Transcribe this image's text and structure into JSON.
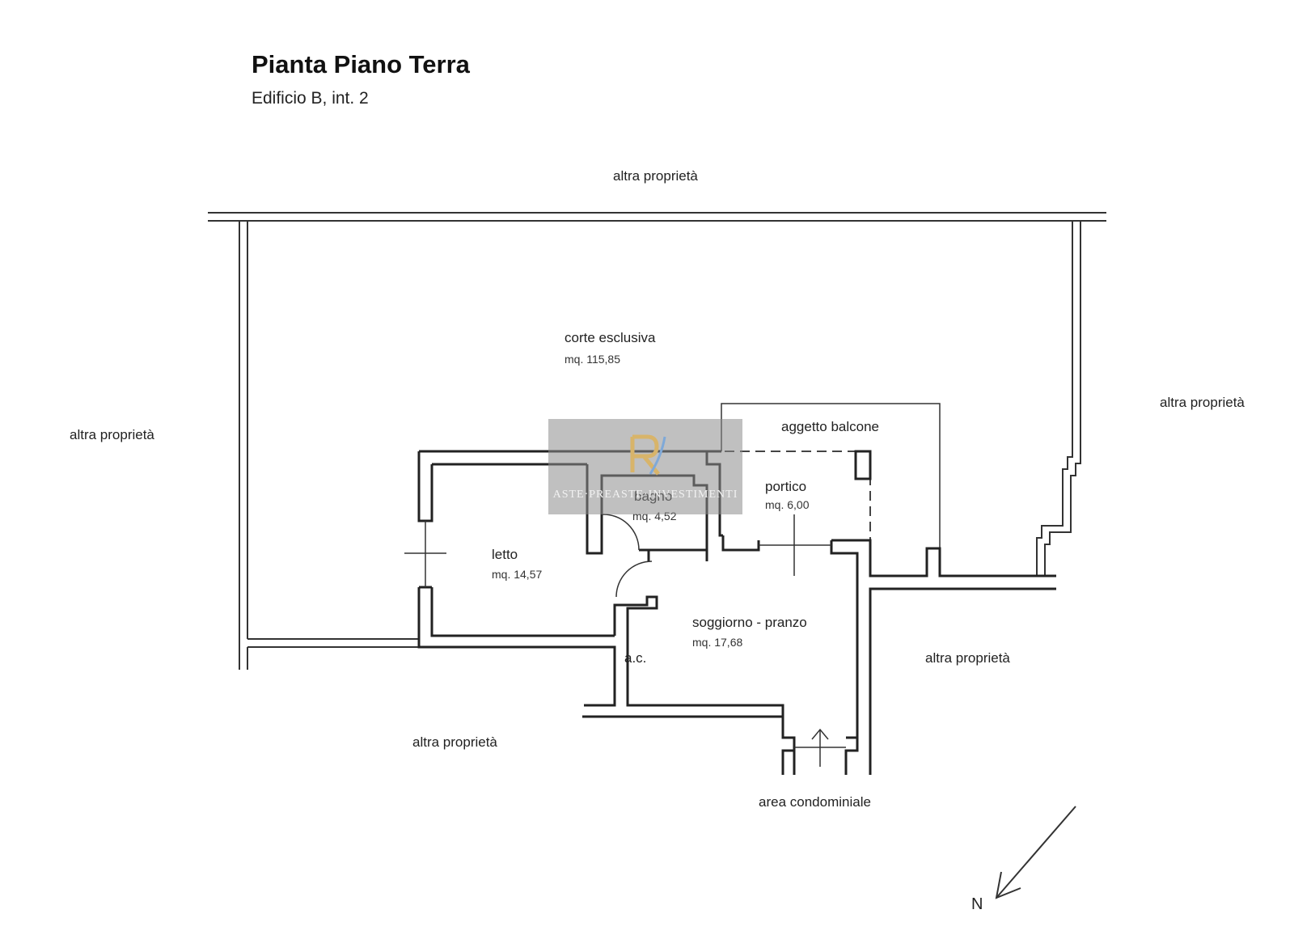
{
  "header": {
    "title": "Pianta Piano Terra",
    "subtitle": "Edificio B, int. 2"
  },
  "rooms": {
    "corte": {
      "name": "corte esclusiva",
      "area": "mq. 115,85"
    },
    "aggetto": {
      "name": "aggetto balcone"
    },
    "portico": {
      "name": "portico",
      "area": "mq. 6,00"
    },
    "bagno": {
      "name": "bagno",
      "area": "mq. 4,52"
    },
    "letto": {
      "name": "letto",
      "area": "mq. 14,57"
    },
    "soggiorno": {
      "name": "soggiorno - pranzo",
      "area": "mq. 17,68"
    },
    "ac": {
      "name": "a.c."
    }
  },
  "surroundings": {
    "top": "altra proprietà",
    "left": "altra proprietà",
    "right": "altra proprietà",
    "right_lower": "altra proprietà",
    "bottom_left": "altra proprietà",
    "bottom_center": "area condominiale"
  },
  "compass": {
    "label": "N"
  },
  "watermark": {
    "text": "ASTE·PREASTE·INVESTIMENTI",
    "logo_colors": [
      "#d8b46a",
      "#7fa9d8"
    ]
  },
  "colors": {
    "wall": "#222222",
    "line": "#333333",
    "dashed": "#444444"
  }
}
